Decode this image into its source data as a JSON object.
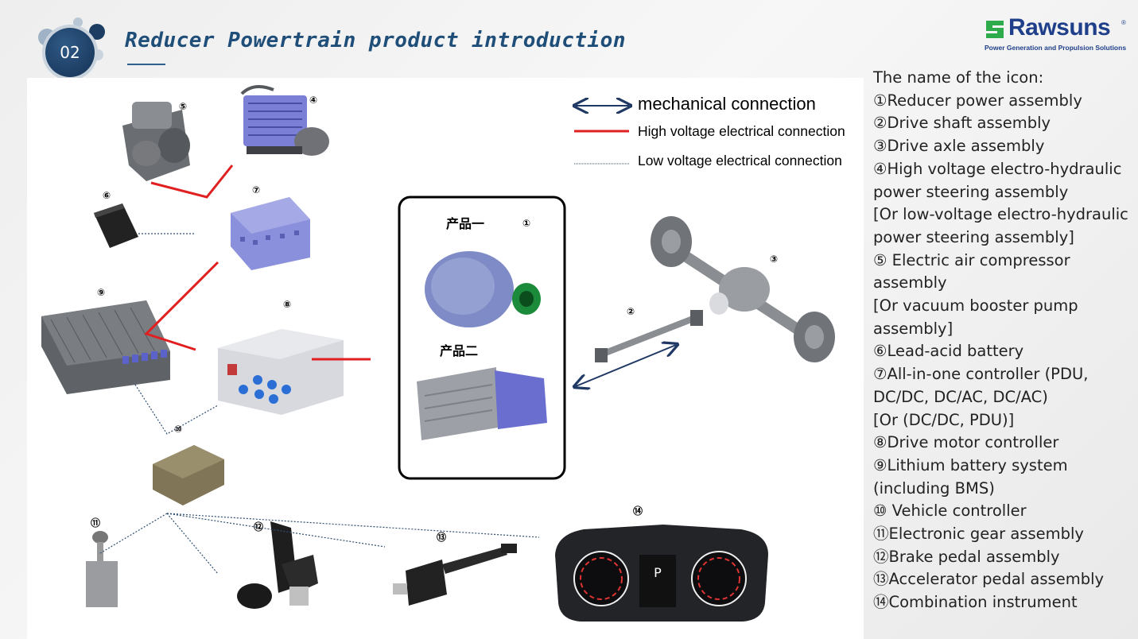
{
  "header": {
    "section_number": "02",
    "title": "Reducer Powertrain product introduction"
  },
  "logo": {
    "brand": "Rawsuns",
    "registered": "®",
    "tagline": "Power Generation and Propulsion Solutions"
  },
  "legend": {
    "mechanical": "mechanical connection",
    "high_voltage": "High voltage electrical connection",
    "low_voltage": "Low voltage electrical connection",
    "colors": {
      "mechanical": "#1f3864",
      "high_voltage": "#e02020",
      "low_voltage": "#2f4f6f"
    }
  },
  "products": {
    "product_one": "产品一",
    "product_two": "产品二"
  },
  "component_numbers": [
    "①",
    "②",
    "③",
    "④",
    "⑤",
    "⑥",
    "⑦",
    "⑧",
    "⑨",
    "⑩",
    "⑪",
    "⑫",
    "⑬",
    "⑭"
  ],
  "icon_list": {
    "heading": "The name of the icon:",
    "lines": [
      "①Reducer power assembly",
      "②Drive shaft assembly",
      "③Drive axle assembly",
      "④High voltage electro-hydraulic power steering assembly",
      "[Or low-voltage electro-hydraulic power steering assembly]",
      "⑤ Electric air compressor assembly",
      "[Or vacuum booster pump assembly]",
      "⑥Lead-acid battery",
      "⑦All-in-one controller (PDU, DC/DC, DC/AC, DC/AC)",
      "[Or (DC/DC, PDU)]",
      "⑧Drive motor controller",
      "⑨Lithium battery system (including BMS)",
      "⑩ Vehicle controller",
      "⑪Electronic gear assembly",
      "⑫Brake pedal assembly",
      "⑬Accelerator pedal assembly",
      "⑭Combination instrument"
    ]
  },
  "instrument": {
    "gear": "P"
  }
}
